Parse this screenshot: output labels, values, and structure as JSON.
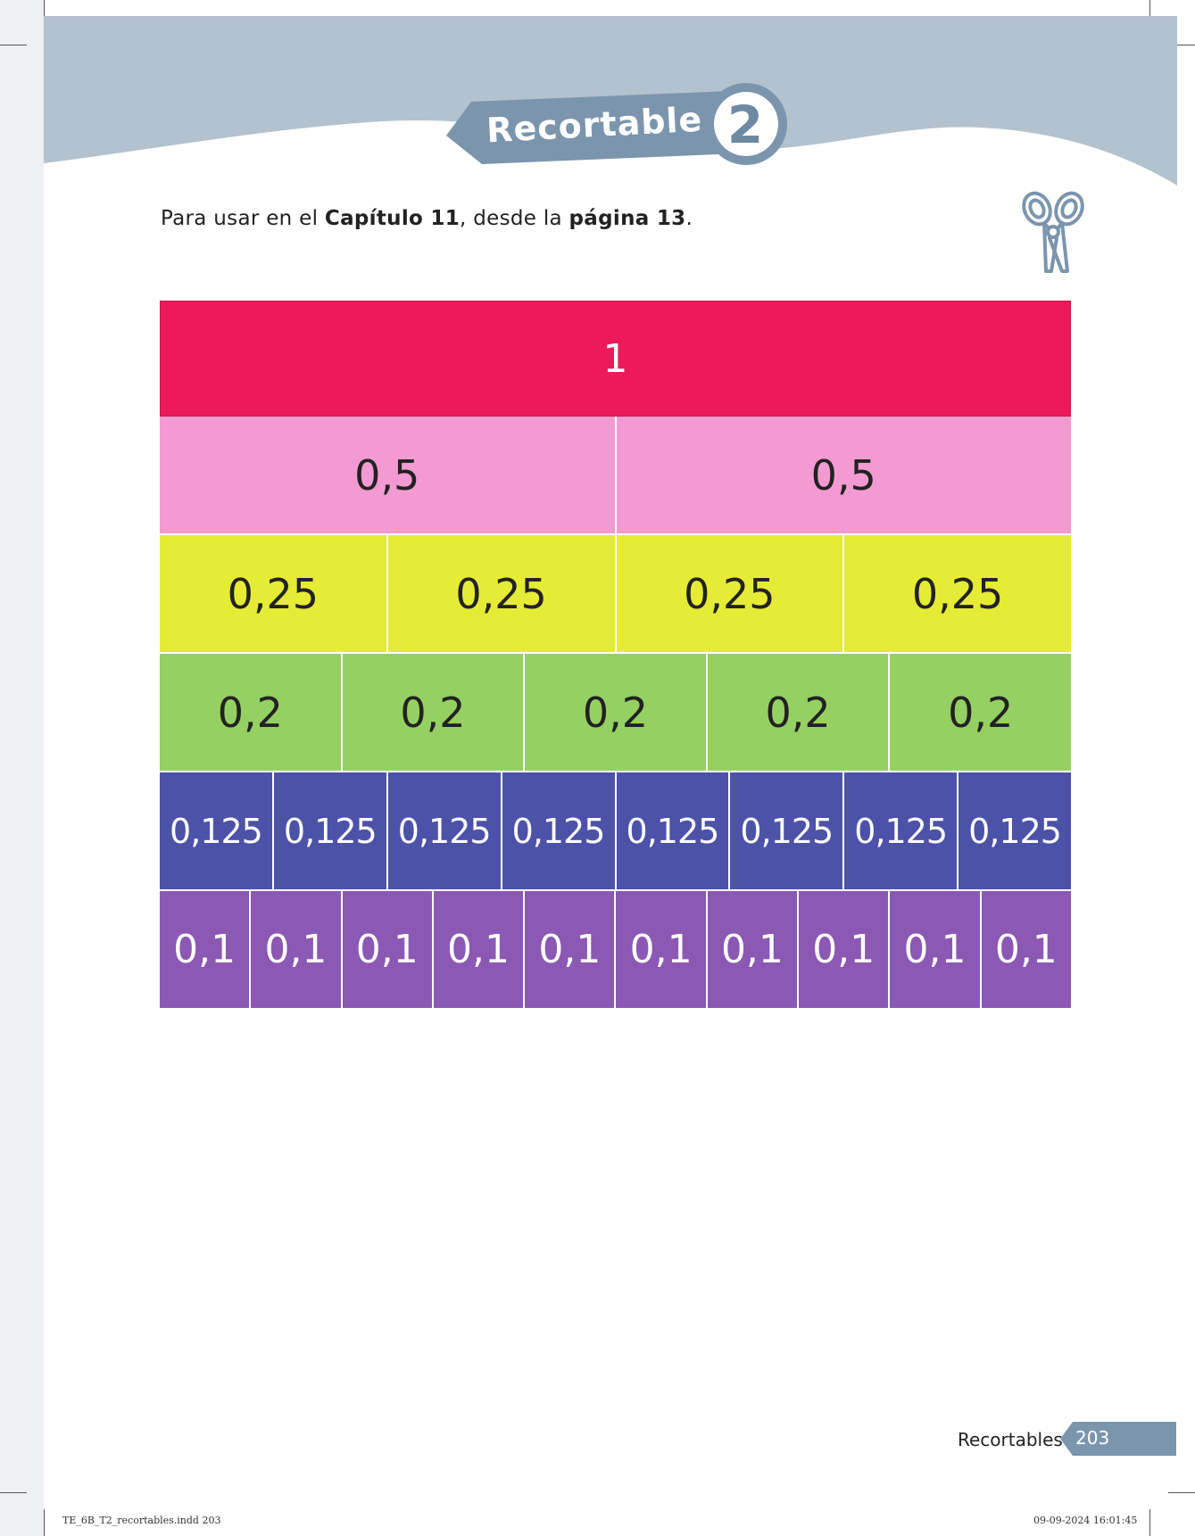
{
  "header": {
    "badge_label": "Recortable",
    "badge_number": "2",
    "header_color": "#b3c2cf",
    "badge_color": "#7b95ad"
  },
  "intro": {
    "prefix": "Para usar en el ",
    "chapter": "Capítulo 11",
    "middle": ", desde la ",
    "page_ref": "página 13",
    "suffix": "."
  },
  "scissors_icon": "scissors-icon",
  "strips": [
    {
      "color": "#ec1a5a",
      "cells": [
        "1"
      ]
    },
    {
      "color": "#f49ad3",
      "cells": [
        "0,5",
        "0,5"
      ]
    },
    {
      "color": "#e6eb35",
      "cells": [
        "0,25",
        "0,25",
        "0,25",
        "0,25"
      ]
    },
    {
      "color": "#95d062",
      "cells": [
        "0,2",
        "0,2",
        "0,2",
        "0,2",
        "0,2"
      ]
    },
    {
      "color": "#4c52a8",
      "cells": [
        "0,125",
        "0,125",
        "0,125",
        "0,125",
        "0,125",
        "0,125",
        "0,125",
        "0,125"
      ]
    },
    {
      "color": "#8b58b3",
      "cells": [
        "0,1",
        "0,1",
        "0,1",
        "0,1",
        "0,1",
        "0,1",
        "0,1",
        "0,1",
        "0,1",
        "0,1"
      ]
    }
  ],
  "footer": {
    "section_label": "Recortables",
    "page_number": "203"
  },
  "slug": {
    "file": "TE_6B_T2_recortables.indd   203",
    "timestamp": "09-09-2024   16:01:45"
  }
}
